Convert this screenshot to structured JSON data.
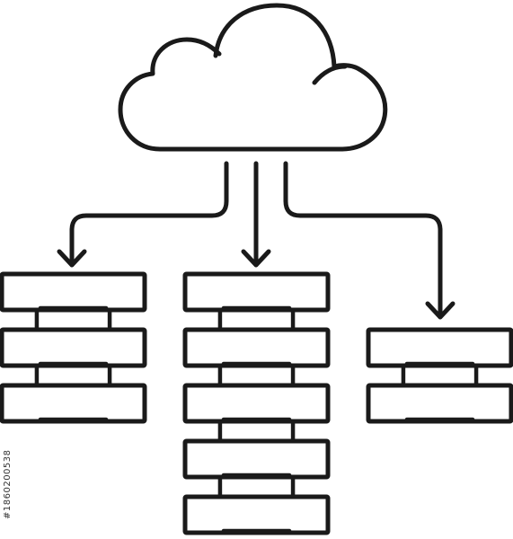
{
  "diagram": {
    "type": "cloud-to-server-stacks",
    "cloud_icon": "cloud-icon",
    "arrow_icon": "arrow-down-icon",
    "server_icon": "server-rack-icon",
    "stroke_color": "#1a1a1a",
    "background": "#ffffff",
    "stacks": [
      {
        "name": "left",
        "server_count": 3
      },
      {
        "name": "center",
        "server_count": 5
      },
      {
        "name": "right",
        "server_count": 2
      }
    ]
  },
  "watermark": {
    "id_text": "#1860200538"
  }
}
